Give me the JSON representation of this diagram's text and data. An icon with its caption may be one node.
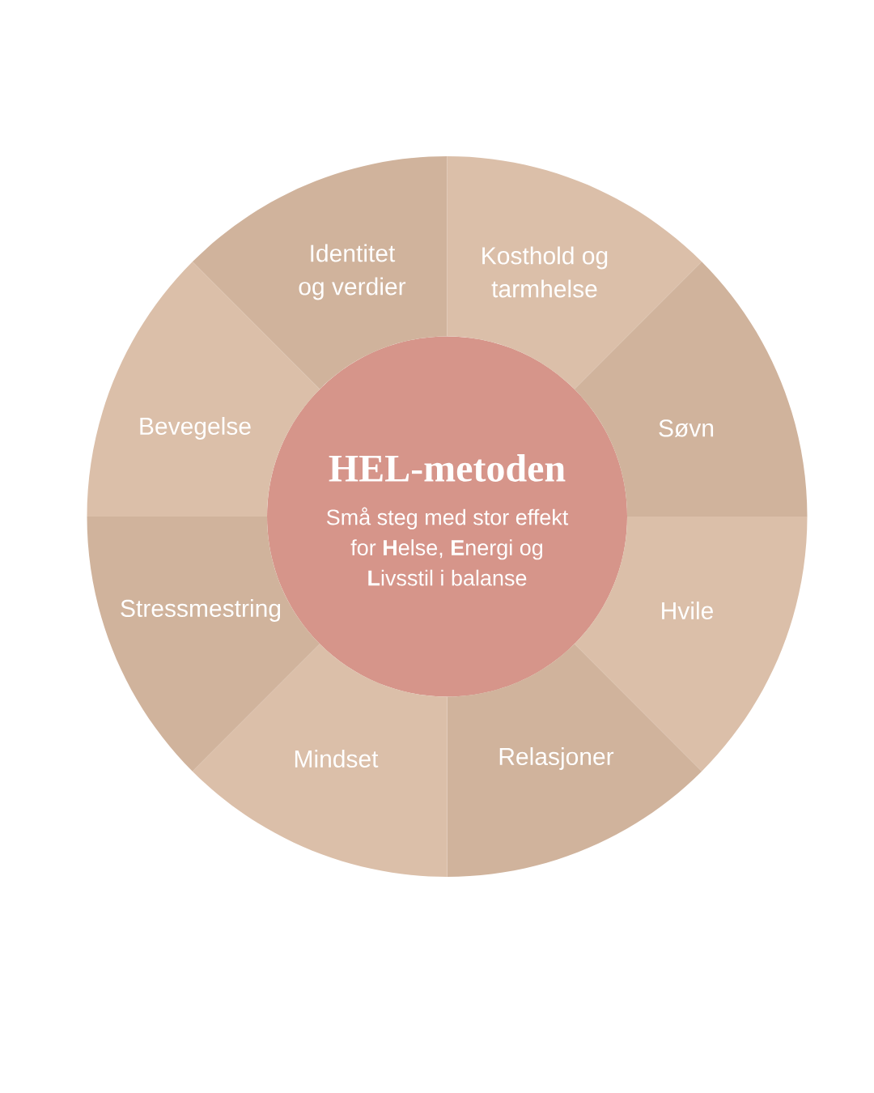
{
  "diagram": {
    "nodes": [
      {
        "text": [
          "HEL-metoden",
          "Små steg med stor effekt for **H**else, **E**nergi og **L**ivsstil i balanse"
        ]
      },
      {
        "text": [
          "Identitet og verdier"
        ]
      },
      {
        "text": [
          "Kosthold og tarmhelse"
        ]
      },
      {
        "text": [
          "Søvn"
        ]
      },
      {
        "text": [
          "Hvile"
        ]
      },
      {
        "text": [
          "Relasjoner"
        ]
      },
      {
        "text": [
          "Mindset"
        ]
      },
      {
        "text": [
          "Stressmestring"
        ]
      },
      {
        "text": [
          "Bevegelse"
        ]
      }
    ]
  }
}
